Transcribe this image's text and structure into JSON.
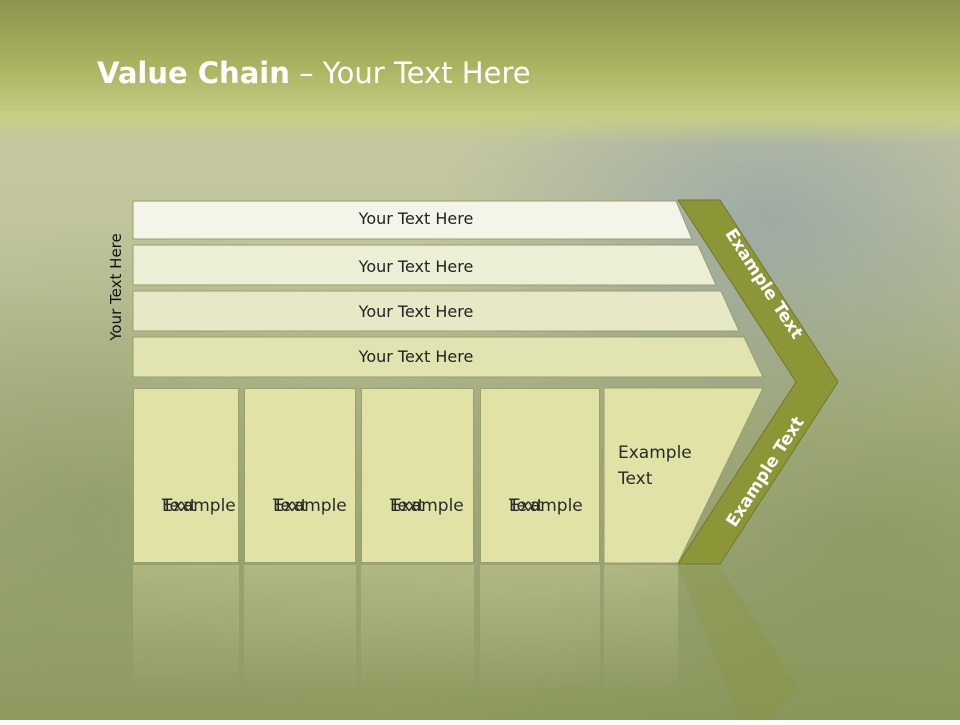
{
  "slide": {
    "title_bold": "Value Chain",
    "title_rest": " – Your Text Here",
    "vertical_label": "Your Text Here"
  },
  "rows": [
    {
      "label": "Your Text Here"
    },
    {
      "label": "Your Text Here"
    },
    {
      "label": "Your Text Here"
    },
    {
      "label": "Your Text Here"
    }
  ],
  "cells": [
    {
      "label_line1": "Example",
      "label_line2": "Text"
    },
    {
      "label_line1": "Example",
      "label_line2": "Text"
    },
    {
      "label_line1": "Example",
      "label_line2": "Text"
    },
    {
      "label_line1": "Example",
      "label_line2": "Text"
    },
    {
      "label_line1": "Example",
      "label_line2": "Text"
    }
  ],
  "chevron": {
    "top_label": "Example Text",
    "bottom_label": "Example Text"
  },
  "colors": {
    "chevron": "#8c9637",
    "cell_fill": "#e1e3a6",
    "row_fill_1": "#f4f5e8",
    "row_fill_2": "#eceed6",
    "row_fill_3": "#e6e8c6",
    "row_fill_4": "#e1e3b0"
  }
}
